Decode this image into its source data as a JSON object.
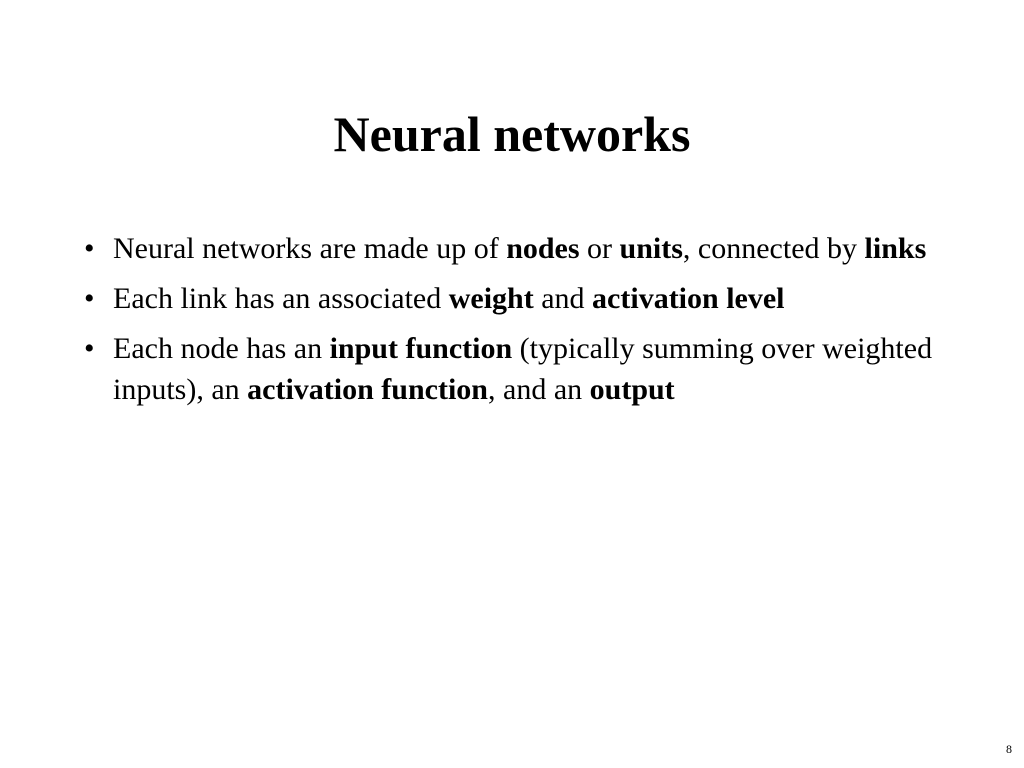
{
  "slide": {
    "title": "Neural networks",
    "bullet_marker": "•",
    "bullets": [
      {
        "segments": [
          {
            "text": "Neural networks are made up of ",
            "bold": false
          },
          {
            "text": "nodes",
            "bold": true
          },
          {
            "text": " or ",
            "bold": false
          },
          {
            "text": "units",
            "bold": true
          },
          {
            "text": ", connected by ",
            "bold": false
          },
          {
            "text": "links",
            "bold": true
          }
        ]
      },
      {
        "segments": [
          {
            "text": "Each link has an associated ",
            "bold": false
          },
          {
            "text": "weight",
            "bold": true
          },
          {
            "text": " and ",
            "bold": false
          },
          {
            "text": "activation level",
            "bold": true
          }
        ]
      },
      {
        "segments": [
          {
            "text": "Each node has an ",
            "bold": false
          },
          {
            "text": "input function",
            "bold": true
          },
          {
            "text": " (typically summing over weighted inputs), an ",
            "bold": false
          },
          {
            "text": "activation function",
            "bold": true
          },
          {
            "text": ", and an ",
            "bold": false
          },
          {
            "text": "output",
            "bold": true
          }
        ]
      }
    ],
    "page_number": "8"
  }
}
